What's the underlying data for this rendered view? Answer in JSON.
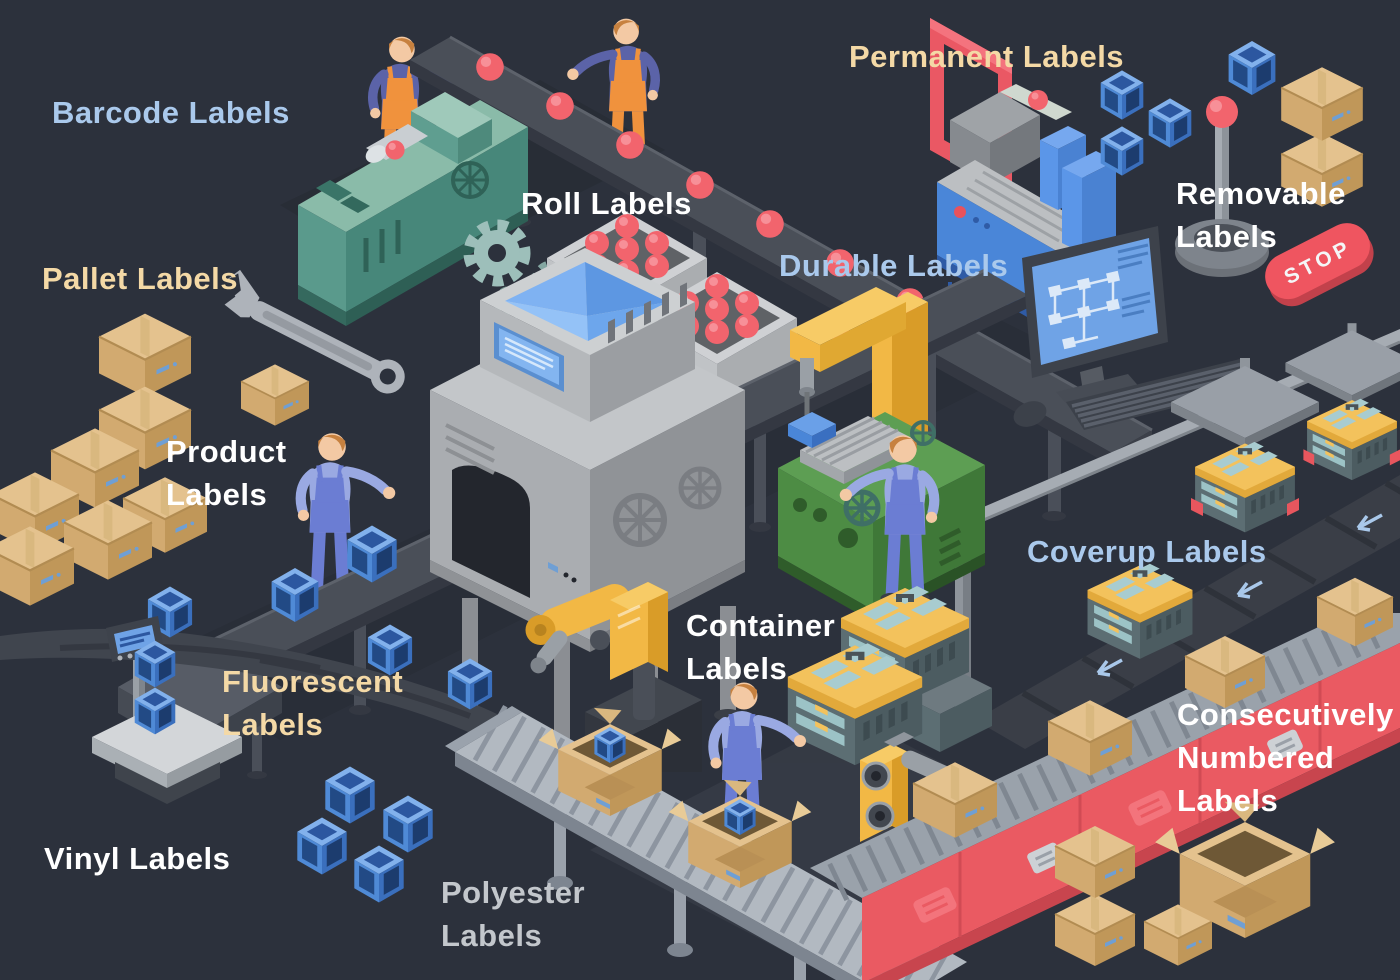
{
  "scene": {
    "description": "Isometric factory production-line infographic of label types",
    "background_color": "#2c313c",
    "stop_button": {
      "text": "STOP"
    },
    "palette": {
      "label_blue": "#aac9ec",
      "label_tan": "#f4d9a6",
      "label_white": "#ffffff",
      "label_gray": "#c3c7cc",
      "machine_teal": "#5a9a8c",
      "machine_gray": "#aaadb1",
      "machine_blue": "#4a86d8",
      "machine_green": "#4d8c44",
      "robot_yellow": "#f2b845",
      "conveyor_dark": "#4a4f58",
      "conveyor_red": "#ea5a62",
      "ball_red": "#f2646d",
      "cube_blue": "#4f8ad6",
      "cardboard": "#d2aa70"
    }
  },
  "labels": {
    "barcode": {
      "text": "Barcode Labels",
      "color": "#aac9ec"
    },
    "pallet": {
      "text": "Pallet Labels",
      "color": "#f4d9a6"
    },
    "roll": {
      "text": "Roll Labels",
      "color": "#ffffff"
    },
    "permanent": {
      "text": "Permanent Labels",
      "color": "#f4d9a6"
    },
    "durable": {
      "text": "Durable Labels",
      "color": "#aac9ec"
    },
    "removable": {
      "text": "Removable\nLabels",
      "color": "#ffffff"
    },
    "product": {
      "text": "Product\nLabels",
      "color": "#ffffff"
    },
    "fluorescent": {
      "text": "Fluorescent\nLabels",
      "color": "#f4d9a6"
    },
    "vinyl": {
      "text": "Vinyl Labels",
      "color": "#ffffff"
    },
    "polyester": {
      "text": "Polyester\nLabels",
      "color": "#c3c7cc"
    },
    "container": {
      "text": "Container\nLabels",
      "color": "#ffffff"
    },
    "coverup": {
      "text": "Coverup Labels",
      "color": "#aac9ec"
    },
    "consecutively": {
      "text": "Consecutively\nNumbered\nLabels",
      "color": "#ffffff"
    }
  }
}
